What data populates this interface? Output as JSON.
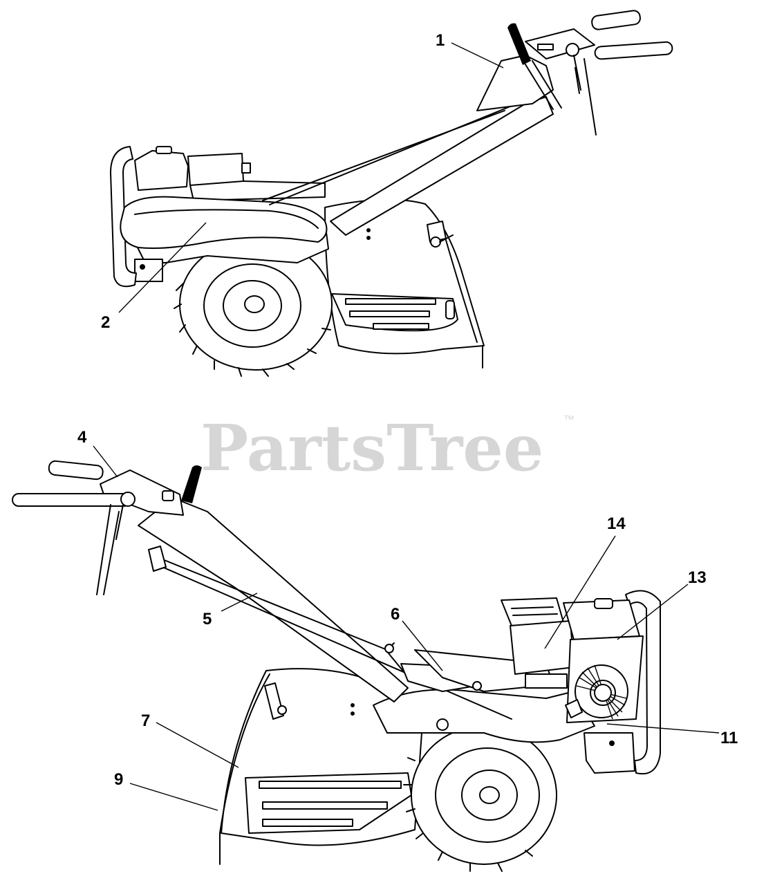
{
  "watermark": {
    "text": "PartsTree",
    "trademark": "™"
  },
  "callouts": [
    {
      "id": "c1",
      "label": "1"
    },
    {
      "id": "c2",
      "label": "2"
    },
    {
      "id": "c4",
      "label": "4"
    },
    {
      "id": "c5",
      "label": "5"
    },
    {
      "id": "c6",
      "label": "6"
    },
    {
      "id": "c7",
      "label": "7"
    },
    {
      "id": "c9",
      "label": "9"
    },
    {
      "id": "c11",
      "label": "11"
    },
    {
      "id": "c13",
      "label": "13"
    },
    {
      "id": "c14",
      "label": "14"
    }
  ],
  "colors": {
    "line": "#000000",
    "watermark": "#d6d6d6",
    "background": "#ffffff"
  }
}
